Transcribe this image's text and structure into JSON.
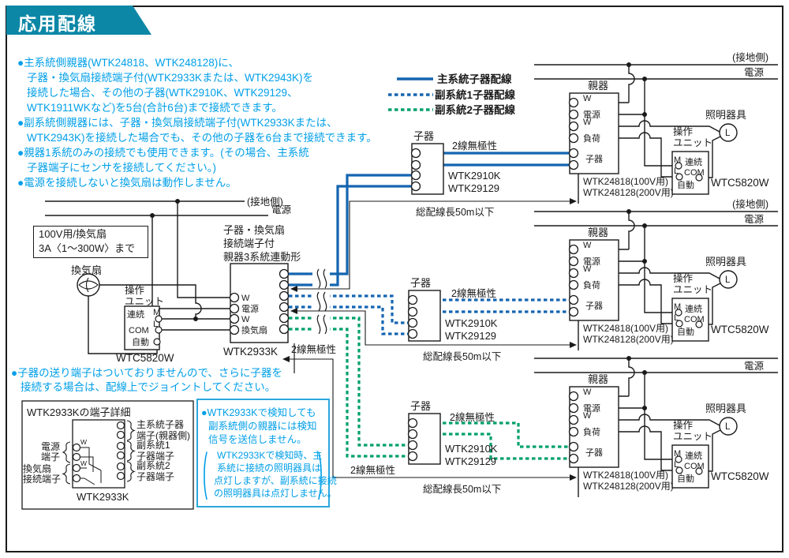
{
  "title": "応用配線",
  "colors": {
    "banner": "#0d87a6",
    "blue_text": "#009fe8",
    "main_wire": "#1565b0",
    "sub1_wire": "#1565b0",
    "sub2_wire": "#00a06a",
    "line": "#1a1a1a",
    "info_border": "#2ba7df"
  },
  "legend": {
    "main": "主系統子器配線",
    "sub1": "副系統1子器配線",
    "sub2": "副系統2子器配線"
  },
  "notes_top": {
    "lines": [
      "●主系統側親器(WTK24818、WTK248128)に、",
      "子器・換気扇接続端子付(WTK2933Kまたは、WTK2943K)を",
      "接続した場合、その他の子器(WTK2910K、WTK29129、",
      "WTK1911WKなど)を5台(合計6台)まで接続できます。",
      "●副系統側親器には、子器・換気扇接続端子付(WTK2933Kまたは、",
      "WTK2943K)を接続した場合でも、その他の子器を6台まで接続できます。",
      "●親器1系統のみの接続でも使用できます。(その場合、主系統",
      "子器端子にセンサを接続してください。)",
      "●電源を接続しないと換気扇は動作しません。"
    ]
  },
  "note_mid": {
    "lines": [
      "●子器の送り端子はついておりませんので、さらに子器を",
      "接続する場合は、配線上でジョイントしてください。"
    ]
  },
  "info_box": {
    "lines": [
      "●WTK2933Kで検知しても",
      "副系統側の親器には検知",
      "信号を送信しません。"
    ],
    "paren_lines": [
      "WTK2933Kで検知時、主",
      "系統に接続の照明器具は",
      "点灯しますが、副系統に接続",
      "の照明器具は点灯しません。"
    ],
    "paren_open": "(",
    "paren_close": ")"
  },
  "fan_spec": {
    "line1": "100V用/換気扇",
    "line2": "3A〈1〜300W〉まで"
  },
  "labels": {
    "ground": "(接地側)",
    "power": "電源",
    "parent": "親器",
    "child": "子器",
    "w": "W",
    "load": "負荷",
    "fan": "換気扇",
    "op1": "操作",
    "op2": "ユニット",
    "m": "M",
    "l": "L",
    "cont": "連続",
    "com": "COM",
    "auto": "自動",
    "lamp": "照明器具",
    "lamp_l": "L",
    "wtc": "WTC5820W",
    "wtk24818": "WTK24818(100V用)",
    "wtk248128": "WTK248128(200V用)",
    "wtk2910k": "WTK2910K",
    "wtk29129": "WTK29129",
    "two_wire": "2線無極性",
    "total_len": "総配線長50m以下",
    "wtk2933k": "WTK2933K",
    "center1": "子器・換気扇",
    "center2": "接続端子付",
    "center3": "親器3系統連動形"
  },
  "detail_box": {
    "title": "WTK2933Kの端子詳細",
    "model": "WTK2933K",
    "w": "W",
    "left1a": "電源",
    "left1b": "端子",
    "left2a": "換気扇",
    "left2b": "接続端子",
    "right1a": "主系統子器",
    "right1b": "端子(親器側)",
    "right2a": "副系統1",
    "right2b": "子器端子",
    "right3a": "副系統2",
    "right3b": "子器端子"
  }
}
